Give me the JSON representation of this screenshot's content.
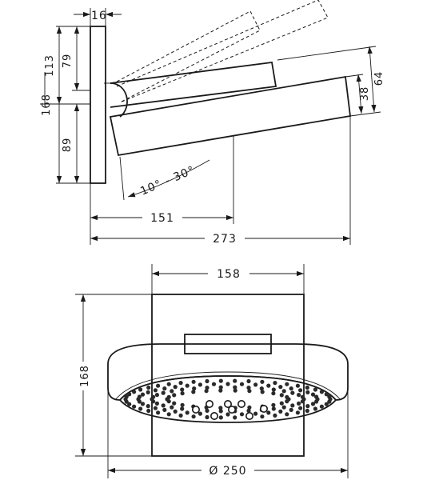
{
  "side_view": {
    "dim_wall_plate_thickness": "16",
    "dim_top_total": "113",
    "dim_top_to_axis": "79",
    "dim_plate_height": "168",
    "dim_axis_to_bottom": "89",
    "dim_head_height": "64",
    "dim_head_offset": "38",
    "dim_tilt_range": "10° - 30°",
    "dim_arm_length": "151",
    "dim_total_projection": "273"
  },
  "front_view": {
    "dim_plate_width": "158",
    "dim_plate_height": "168",
    "dim_head_diameter": "Ø 250"
  }
}
